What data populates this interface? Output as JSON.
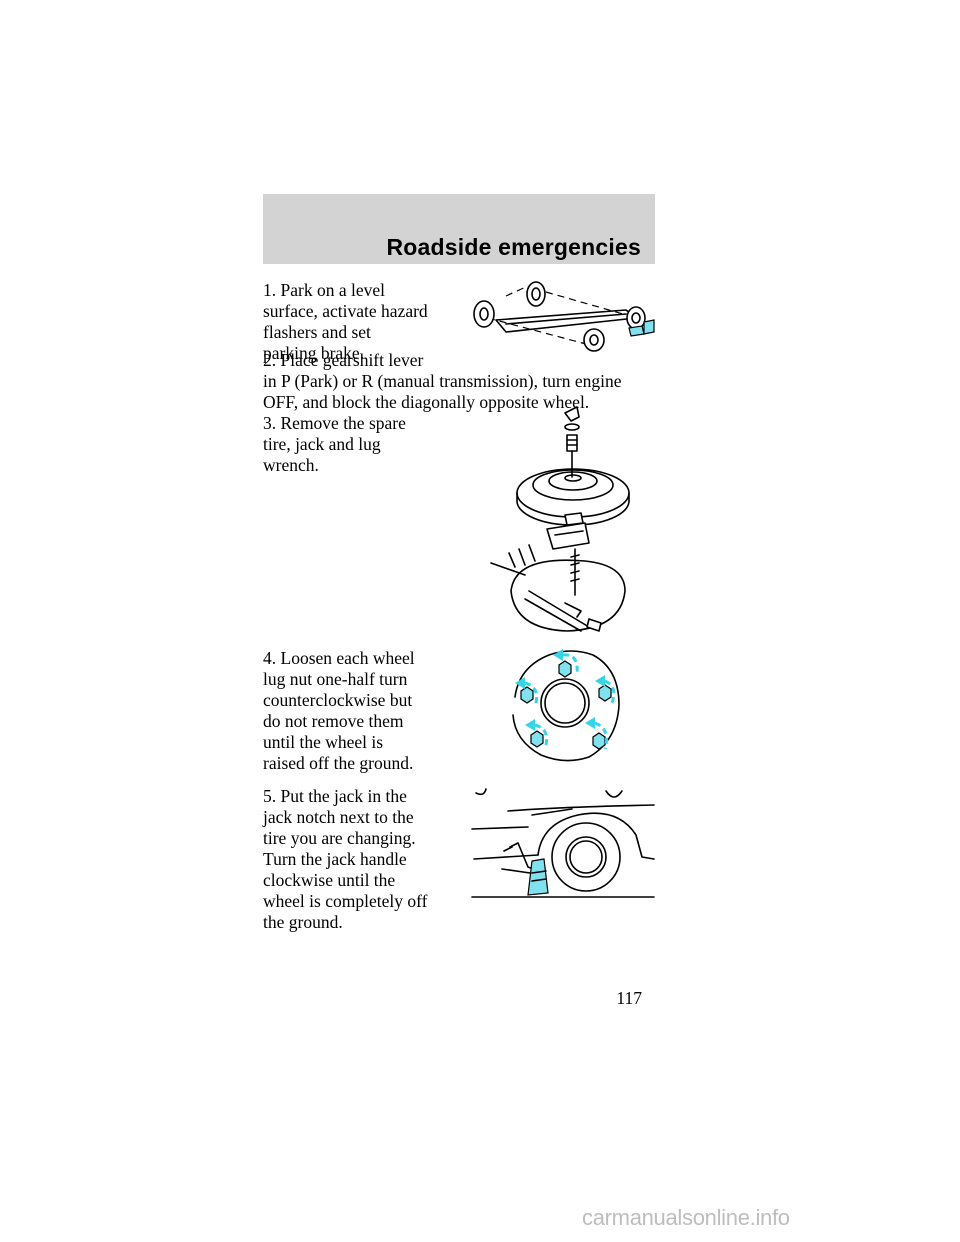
{
  "header": {
    "title": "Roadside emergencies"
  },
  "steps": [
    {
      "lines": [
        "1. Park on a level",
        "surface, activate hazard",
        "flashers and set",
        "parking brake."
      ]
    },
    {
      "lines": [
        "2. Place gearshift lever",
        "in P (Park) or R (manual transmission), turn engine",
        "OFF, and block the diagonally opposite wheel."
      ]
    },
    {
      "lines": [
        "3. Remove the spare",
        "tire, jack and lug",
        "wrench."
      ]
    },
    {
      "lines": [
        "4. Loosen each wheel",
        "lug nut one-half turn",
        "counterclockwise but",
        "do not remove them",
        "until the wheel is",
        "raised off the ground."
      ]
    },
    {
      "lines": [
        "5. Put the jack in the",
        "jack notch next to the",
        "tire you are changing.",
        "Turn the jack handle",
        "clockwise until the",
        "wheel is completely off",
        "the ground."
      ]
    }
  ],
  "figures": {
    "wheel_block": {
      "icon": "wheel-block-diagram-icon"
    },
    "spare_tire": {
      "icon": "spare-tire-jack-wrench-icon"
    },
    "lug_nuts": {
      "icon": "lug-nut-loosening-icon",
      "count": 5
    },
    "jack": {
      "icon": "jack-under-car-icon"
    }
  },
  "colors": {
    "header_band": "#d3d3d3",
    "accent_cyan": "#33d6e8",
    "text": "#000000",
    "watermark": "#bdbdbd"
  },
  "page_number": "117",
  "watermark": "carmanualsonline.info"
}
